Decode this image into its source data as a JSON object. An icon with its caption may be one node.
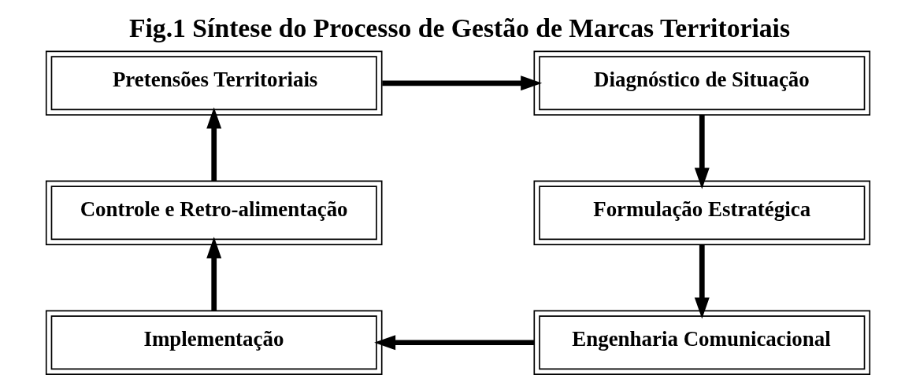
{
  "diagram": {
    "title": "Fig.1 Síntese do Processo de Gestão de Marcas Territoriais",
    "nodes": [
      {
        "text": [
          "Pretensões Territoriais"
        ]
      },
      {
        "text": [
          "Diagnóstico de Situação"
        ]
      },
      {
        "text": [
          "Formulação Estratégica"
        ]
      },
      {
        "text": [
          "Engenharia Comunicacional"
        ]
      },
      {
        "text": [
          "Implementação"
        ]
      },
      {
        "text": [
          "Controle e Retro-alimentação"
        ]
      }
    ],
    "edges": [
      {
        "from": 0,
        "to": 1,
        "arrow": "to"
      },
      {
        "from": 1,
        "to": 2,
        "arrow": "to"
      },
      {
        "from": 2,
        "to": 3,
        "arrow": "to"
      },
      {
        "from": 3,
        "to": 4,
        "arrow": "to"
      },
      {
        "from": 4,
        "to": 5,
        "arrow": "to"
      },
      {
        "from": 5,
        "to": 0,
        "arrow": "to"
      }
    ]
  }
}
